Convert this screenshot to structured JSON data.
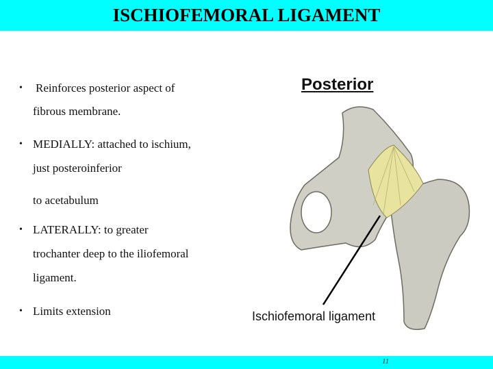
{
  "title": "ISCHIOFEMORAL LIGAMENT",
  "bullets": [
    {
      "lines": [
        "Reinforces posterior aspect of",
        "fibrous membrane."
      ]
    },
    {
      "lines": [
        "MEDIALLY: attached to ischium,",
        "just posteroinferior",
        "to acetabulum"
      ]
    },
    {
      "lines": [
        "LATERALLY: to greater",
        "trochanter deep  to the iliofemoral",
        "ligament."
      ]
    },
    {
      "lines": [
        "Limits extension"
      ]
    }
  ],
  "figure": {
    "heading": "Posterior",
    "label": "Ischiofemoral ligament"
  },
  "page_number": "11",
  "colors": {
    "bar": "#00ffff",
    "ligament": "#e8e4a0",
    "bone": "#c9c9c0"
  }
}
